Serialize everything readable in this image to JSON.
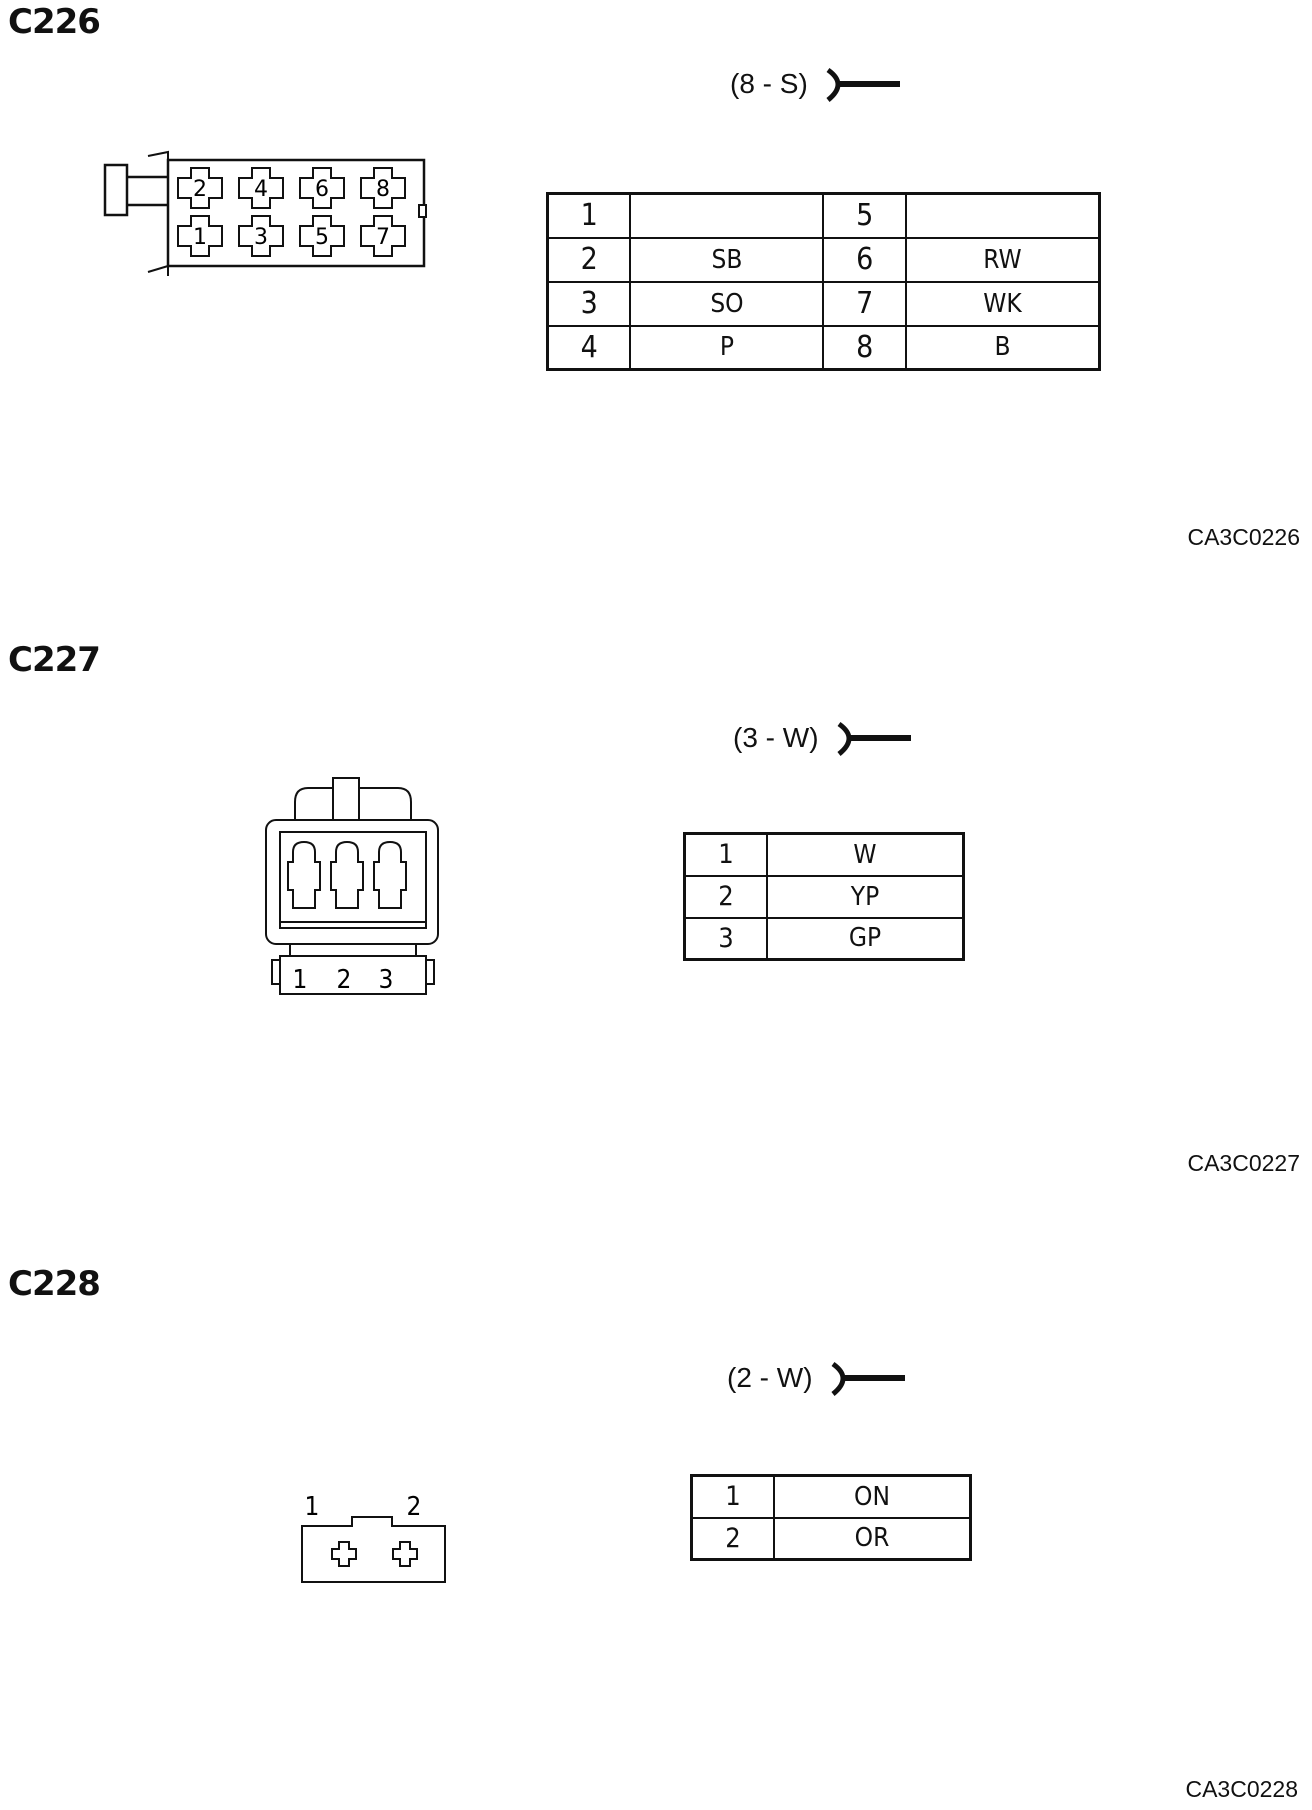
{
  "sections": [
    {
      "id": "C226",
      "title": "C226",
      "spec": "(8 - S)",
      "code": "CA3C0226",
      "connector_pins_top": [
        "2",
        "4",
        "6",
        "8"
      ],
      "connector_pins_bottom": [
        "1",
        "3",
        "5",
        "7"
      ],
      "pins": [
        {
          "pin": "1",
          "color": ""
        },
        {
          "pin": "2",
          "color": "SB"
        },
        {
          "pin": "3",
          "color": "SO"
        },
        {
          "pin": "4",
          "color": "P"
        },
        {
          "pin": "5",
          "color": ""
        },
        {
          "pin": "6",
          "color": "RW"
        },
        {
          "pin": "7",
          "color": "WK"
        },
        {
          "pin": "8",
          "color": "B"
        }
      ]
    },
    {
      "id": "C227",
      "title": "C227",
      "spec": "(3 - W)",
      "code": "CA3C0227",
      "connector_labels": [
        "1",
        "2",
        "3"
      ],
      "pins": [
        {
          "pin": "1",
          "color": "W"
        },
        {
          "pin": "2",
          "color": "YP"
        },
        {
          "pin": "3",
          "color": "GP"
        }
      ]
    },
    {
      "id": "C228",
      "title": "C228",
      "spec": "(2 - W)",
      "code": "CA3C0228",
      "connector_labels": [
        "1",
        "2"
      ],
      "pins": [
        {
          "pin": "1",
          "color": "ON"
        },
        {
          "pin": "2",
          "color": "OR"
        }
      ]
    }
  ]
}
